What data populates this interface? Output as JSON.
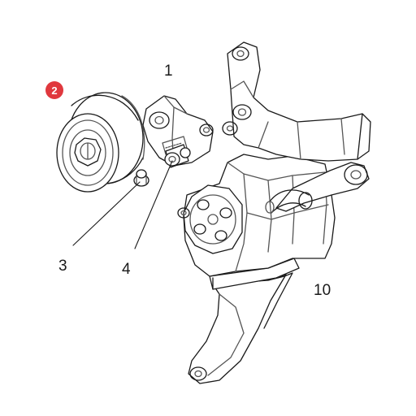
{
  "step_badge": {
    "label": "2",
    "color": "#e0383e"
  },
  "callouts": [
    {
      "id": "1",
      "label": "1"
    },
    {
      "id": "3",
      "label": "3"
    },
    {
      "id": "4",
      "label": "4"
    },
    {
      "id": "10",
      "label": "10"
    }
  ],
  "colors": {
    "line": "#1a1a1a",
    "fill": "#ffffff",
    "detail": "#555555"
  }
}
